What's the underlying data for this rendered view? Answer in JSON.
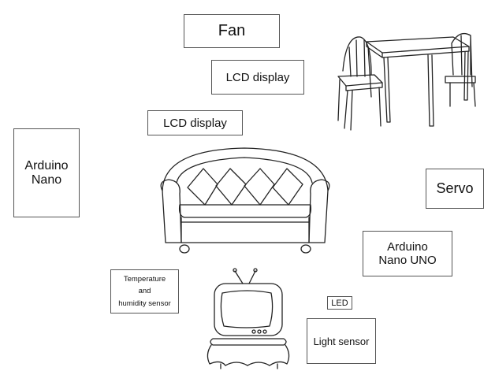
{
  "labels": {
    "fan": "Fan",
    "lcd_top": "LCD display",
    "lcd_mid": "LCD display",
    "arduino_nano": [
      "Arduino",
      "Nano"
    ],
    "servo": "Servo",
    "arduino_nano_uno": [
      "Arduino",
      "Nano UNO"
    ],
    "temp_sensor": [
      "Temperature",
      "and",
      "humidity sensor"
    ],
    "led": "LED",
    "light_sensor": "Light sensor"
  },
  "illustrations": [
    "table-with-chairs",
    "sofa",
    "television"
  ]
}
